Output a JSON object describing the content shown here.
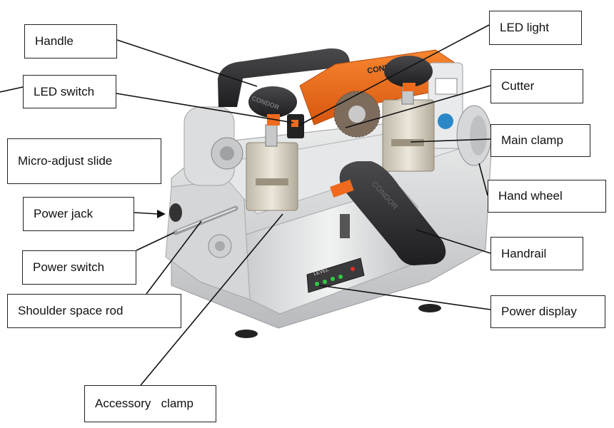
{
  "labels": {
    "handle": "Handle",
    "led_switch": "LED switch",
    "micro_adjust_slide": "Micro-adjust slide",
    "power_jack": "Power jack",
    "power_switch": "Power switch",
    "shoulder_space_rod": "Shoulder space rod",
    "accessory_clamp": "Accessory   clamp",
    "led_light": "LED light",
    "cutter": "Cutter",
    "main_clamp": "Main clamp",
    "hand_wheel": "Hand wheel",
    "handrail": "Handrail",
    "power_display": "Power display"
  },
  "machine_print": {
    "brand_top": "CONDOR",
    "brand_handle": "CONDOR",
    "brand_handrail": "CONDOR",
    "panel_level": "LEVEL"
  },
  "colors": {
    "orange_accent": "#ef6a1c",
    "body_silver": "#d9dadc",
    "grip_black": "#2b2b2d",
    "led_green": "#2ecc40",
    "led_red": "#e0312b"
  }
}
